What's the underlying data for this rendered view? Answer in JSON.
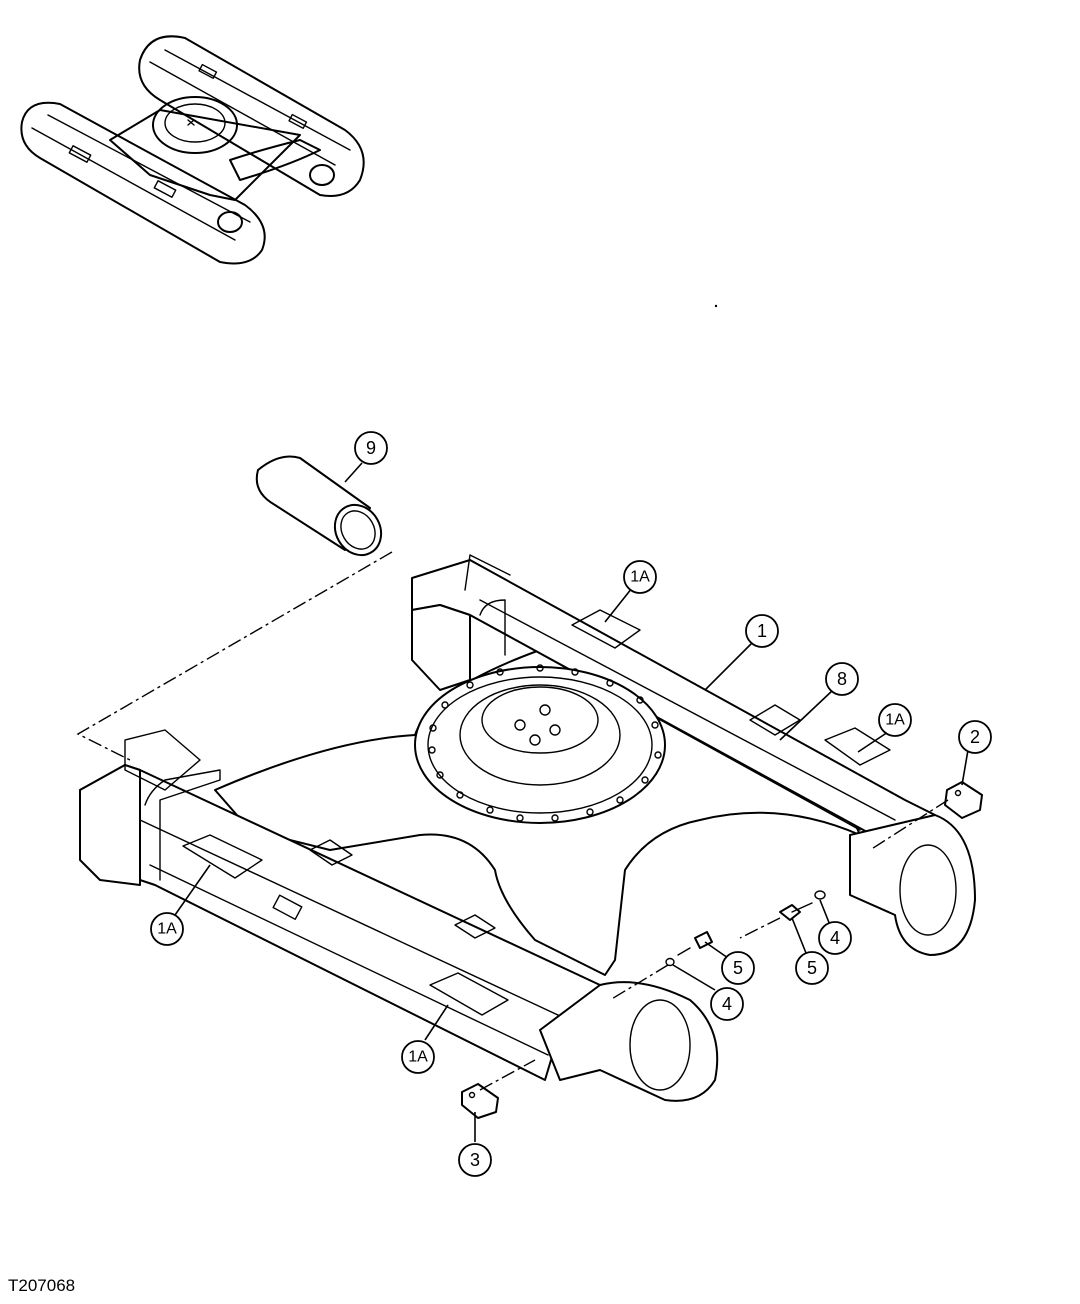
{
  "figure_id": "T207068",
  "callouts": [
    {
      "id": "c9",
      "label": "9"
    },
    {
      "id": "c1a_top",
      "label": "1A"
    },
    {
      "id": "c1",
      "label": "1"
    },
    {
      "id": "c8",
      "label": "8"
    },
    {
      "id": "c1a_right",
      "label": "1A"
    },
    {
      "id": "c2",
      "label": "2"
    },
    {
      "id": "c1a_left",
      "label": "1A"
    },
    {
      "id": "c5_right",
      "label": "5"
    },
    {
      "id": "c4_right",
      "label": "4"
    },
    {
      "id": "c5_mid",
      "label": "5"
    },
    {
      "id": "c4_mid",
      "label": "4"
    },
    {
      "id": "c1a_bottom",
      "label": "1A"
    },
    {
      "id": "c3",
      "label": "3"
    }
  ]
}
